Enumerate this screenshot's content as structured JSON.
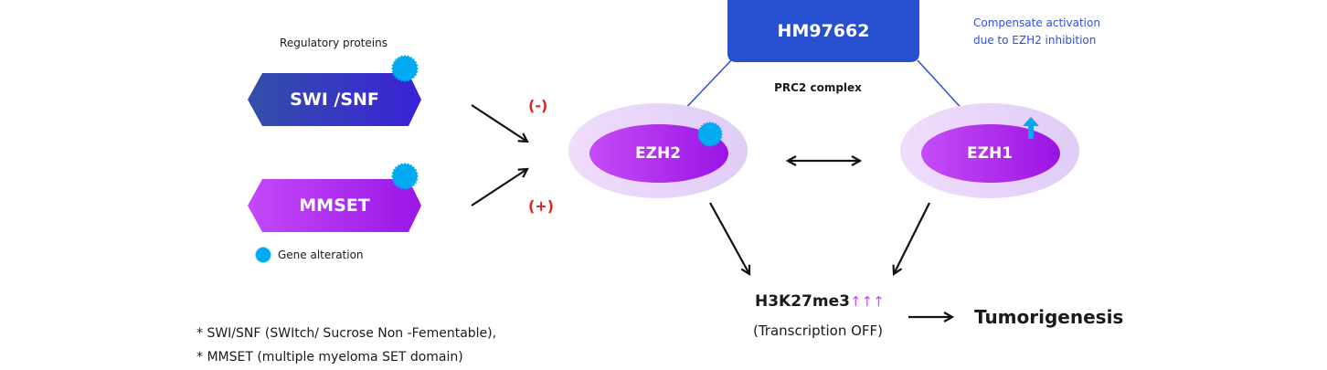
{
  "regulatory_label": "Regulatory proteins",
  "proteins": [
    {
      "label": "SWI /SNF",
      "effect": "(-)"
    },
    {
      "label": "MMSET",
      "effect": "(+)"
    }
  ],
  "legend": {
    "label": "Gene alteration"
  },
  "drug": {
    "label": "HM97662"
  },
  "note": {
    "line1": "Compensate activation",
    "line2": "due to EZH2 inhibition"
  },
  "complex_label": "PRC2 complex",
  "ezh2": {
    "label": "EZH2"
  },
  "ezh1": {
    "label": "EZH1"
  },
  "outcome": {
    "mark": "H3K27me3",
    "arrows": "↑↑↑",
    "sub": "(Transcription OFF)",
    "result": "Tumorigenesis"
  },
  "footnotes": [
    "* SWI/SNF (SWItch/ Sucrose Non -Fementable),",
    "* MMSET (multiple myeloma SET domain)"
  ],
  "colors": {
    "alteration": "#00aaf0",
    "drug": "#2650d0",
    "effect": "#e0251b",
    "note": "#3050d8",
    "arrows_up": "#c050f0"
  }
}
